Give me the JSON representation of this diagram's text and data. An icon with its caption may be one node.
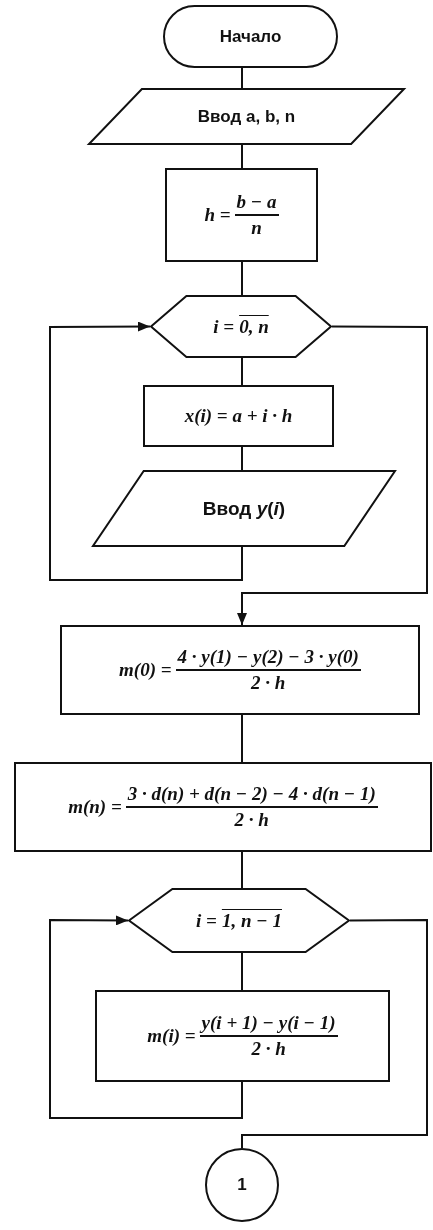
{
  "diagram": {
    "nodes": [
      {
        "text": [
          "Начало"
        ]
      },
      {
        "text": [
          "Ввод a, b, n"
        ]
      },
      {
        "text": [
          "h =",
          "b − a",
          "n"
        ]
      },
      {
        "text": [
          "i =",
          "0, n"
        ]
      },
      {
        "text": [
          "x(i) = a + i · h"
        ]
      },
      {
        "text": [
          "Ввод *y*(*i*)"
        ]
      },
      {
        "text": [
          "m(0) =",
          "4 · y(1) − y(2) − 3 · y(0)",
          "2 · h"
        ]
      },
      {
        "text": [
          "m(n) =",
          "3 · d(n) + d(n − 2) − 4 · d(n − 1)",
          "2 · h"
        ]
      },
      {
        "text": [
          "i =",
          "1, n − 1"
        ]
      },
      {
        "text": [
          "m(i) =",
          "y(i + 1) − y(i − 1)",
          "2 · h"
        ]
      },
      {
        "text": [
          "1"
        ]
      }
    ],
    "edges": [
      {
        "from": 0,
        "to": 1,
        "arrow": "none"
      },
      {
        "from": 1,
        "to": 2,
        "arrow": "none"
      },
      {
        "from": 2,
        "to": 3,
        "arrow": "none"
      },
      {
        "from": 3,
        "to": 4,
        "arrow": "none"
      },
      {
        "from": 4,
        "to": 5,
        "arrow": "none"
      },
      {
        "from": 5,
        "to": 3,
        "arrow": "to"
      },
      {
        "from": 3,
        "to": 6,
        "arrow": "to"
      },
      {
        "from": 6,
        "to": 7,
        "arrow": "none"
      },
      {
        "from": 7,
        "to": 8,
        "arrow": "none"
      },
      {
        "from": 8,
        "to": 9,
        "arrow": "none"
      },
      {
        "from": 9,
        "to": 8,
        "arrow": "to"
      },
      {
        "from": 8,
        "to": 10,
        "arrow": "none"
      }
    ]
  }
}
